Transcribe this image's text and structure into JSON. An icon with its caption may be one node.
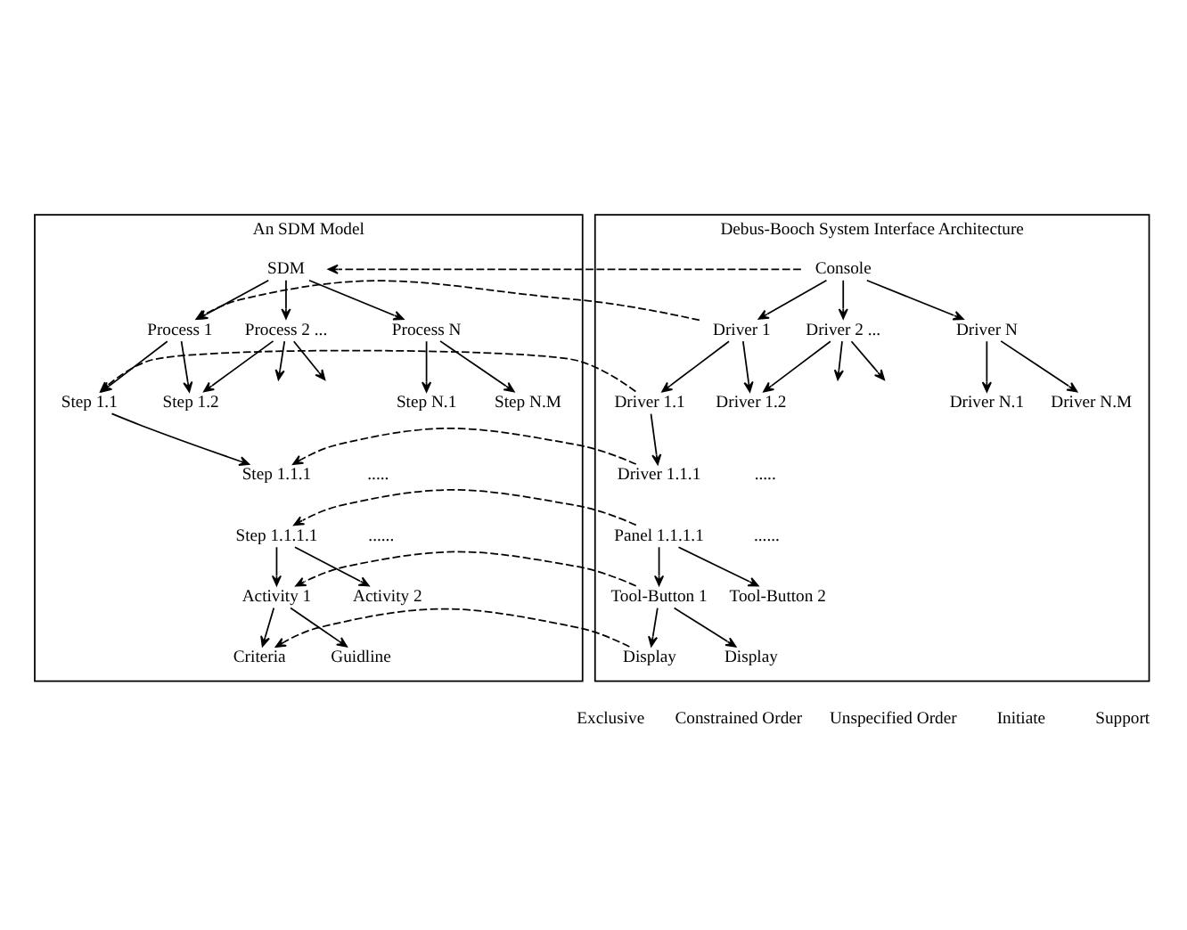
{
  "diagram": {
    "nodes": [
      {
        "text": [
          "An SDM Model"
        ]
      },
      {
        "text": [
          "Debus-Booch System Interface Architecture"
        ]
      },
      {
        "text": [
          "SDM"
        ],
        "in": 0
      },
      {
        "text": [
          "Process 1"
        ],
        "in": 0
      },
      {
        "text": [
          "Process 2 ..."
        ],
        "in": 0
      },
      {
        "text": [
          "Process N"
        ],
        "in": 0
      },
      {
        "text": [
          "Step 1.1"
        ],
        "in": 0
      },
      {
        "text": [
          "Step 1.2"
        ],
        "in": 0
      },
      {
        "text": [
          "Step N.1"
        ],
        "in": 0
      },
      {
        "text": [
          "Step N.M"
        ],
        "in": 0
      },
      {
        "text": [
          "Step 1.1.1"
        ],
        "in": 0
      },
      {
        "text": [
          "Step 1.1.1.1"
        ],
        "in": 0
      },
      {
        "text": [
          "Activity 1"
        ],
        "in": 0
      },
      {
        "text": [
          "Activity 2"
        ],
        "in": 0
      },
      {
        "text": [
          "Criteria"
        ],
        "in": 0
      },
      {
        "text": [
          "Guidline"
        ],
        "in": 0
      },
      {
        "text": [
          "Console"
        ],
        "in": 1
      },
      {
        "text": [
          "Driver 1"
        ],
        "in": 1
      },
      {
        "text": [
          "Driver 2 ..."
        ],
        "in": 1
      },
      {
        "text": [
          "Driver N"
        ],
        "in": 1
      },
      {
        "text": [
          "Driver 1.1"
        ],
        "in": 1
      },
      {
        "text": [
          "Driver 1.2"
        ],
        "in": 1
      },
      {
        "text": [
          "Driver N.1"
        ],
        "in": 1
      },
      {
        "text": [
          "Driver N.M"
        ],
        "in": 1
      },
      {
        "text": [
          "Driver 1.1.1"
        ],
        "in": 1
      },
      {
        "text": [
          "Panel 1.1.1.1"
        ],
        "in": 1
      },
      {
        "text": [
          "Tool-Button 1"
        ],
        "in": 1
      },
      {
        "text": [
          "Tool-Button 2"
        ],
        "in": 1
      },
      {
        "text": [
          "Display"
        ],
        "in": 1
      },
      {
        "text": [
          "Display"
        ],
        "in": 1
      }
    ],
    "edges": [
      {
        "from": 2,
        "to": 3,
        "arrow": "to"
      },
      {
        "from": 2,
        "to": 4,
        "arrow": "to"
      },
      {
        "from": 2,
        "to": 5,
        "arrow": "to"
      },
      {
        "from": 3,
        "to": 6,
        "arrow": "to"
      },
      {
        "from": 3,
        "to": 7,
        "arrow": "to"
      },
      {
        "from": 4,
        "to": 7,
        "arrow": "to"
      },
      {
        "from": 4,
        "to": null,
        "arrow": "to"
      },
      {
        "from": 4,
        "to": null,
        "arrow": "to"
      },
      {
        "from": 5,
        "to": 8,
        "arrow": "to"
      },
      {
        "from": 5,
        "to": 9,
        "arrow": "to"
      },
      {
        "from": 6,
        "to": 10,
        "arrow": "to"
      },
      {
        "from": 11,
        "to": 12,
        "arrow": "to"
      },
      {
        "from": 11,
        "to": 13,
        "arrow": "to"
      },
      {
        "from": 12,
        "to": 14,
        "arrow": "to"
      },
      {
        "from": 12,
        "to": 15,
        "arrow": "to"
      },
      {
        "from": 16,
        "to": 17,
        "arrow": "to"
      },
      {
        "from": 16,
        "to": 18,
        "arrow": "to"
      },
      {
        "from": 16,
        "to": 19,
        "arrow": "to"
      },
      {
        "from": 17,
        "to": 20,
        "arrow": "to"
      },
      {
        "from": 17,
        "to": 21,
        "arrow": "to"
      },
      {
        "from": 18,
        "to": 21,
        "arrow": "to"
      },
      {
        "from": 18,
        "to": null,
        "arrow": "to"
      },
      {
        "from": 18,
        "to": null,
        "arrow": "to"
      },
      {
        "from": 19,
        "to": 22,
        "arrow": "to"
      },
      {
        "from": 19,
        "to": 23,
        "arrow": "to"
      },
      {
        "from": 20,
        "to": 24,
        "arrow": "to"
      },
      {
        "from": 25,
        "to": 26,
        "arrow": "to"
      },
      {
        "from": 25,
        "to": 27,
        "arrow": "to"
      },
      {
        "from": 26,
        "to": 28,
        "arrow": "to"
      },
      {
        "from": 26,
        "to": 29,
        "arrow": "to"
      },
      {
        "from": 16,
        "to": 2,
        "arrow": "to",
        "style": "dashed"
      },
      {
        "from": 17,
        "to": 3,
        "arrow": "to",
        "style": "dashed"
      },
      {
        "from": 20,
        "to": 6,
        "arrow": "to",
        "style": "dashed"
      },
      {
        "from": 24,
        "to": 10,
        "arrow": "to",
        "style": "dashed"
      },
      {
        "from": 25,
        "to": 11,
        "arrow": "to",
        "style": "dashed"
      },
      {
        "from": 26,
        "to": 12,
        "arrow": "to",
        "style": "dashed"
      },
      {
        "from": 28,
        "to": 14,
        "arrow": "to",
        "style": "dashed"
      }
    ],
    "labels": [
      ".....",
      "......",
      ".....",
      "......"
    ],
    "legend": [
      {
        "text": "Exclusive"
      },
      {
        "text": "Constrained Order"
      },
      {
        "text": "Unspecified Order"
      },
      {
        "text": "Initiate"
      },
      {
        "text": "Support"
      }
    ]
  }
}
